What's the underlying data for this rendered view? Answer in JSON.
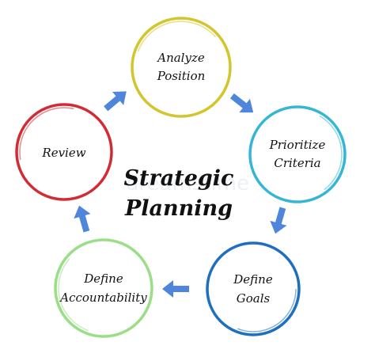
{
  "title": {
    "lines": [
      "Strategic",
      "Planning"
    ]
  },
  "watermark": "dreamstime",
  "colors": {
    "arrow": "#4f86dc",
    "text": "#111111"
  },
  "nodes": [
    {
      "id": "analyze-position",
      "lines": [
        "Analyze",
        "Position"
      ],
      "color": "#d2c62c"
    },
    {
      "id": "prioritize-criteria",
      "lines": [
        "Prioritize",
        "Criteria"
      ],
      "color": "#35b6d6"
    },
    {
      "id": "define-goals",
      "lines": [
        "Define",
        "Goals"
      ],
      "color": "#1e6fbf"
    },
    {
      "id": "define-accountability",
      "lines": [
        "Define",
        "Accountability"
      ],
      "color": "#9adf87"
    },
    {
      "id": "review",
      "lines": [
        "Review"
      ],
      "color": "#d32b34"
    }
  ],
  "flow": [
    {
      "from": "analyze-position",
      "to": "prioritize-criteria"
    },
    {
      "from": "prioritize-criteria",
      "to": "define-goals"
    },
    {
      "from": "define-goals",
      "to": "define-accountability"
    },
    {
      "from": "define-accountability",
      "to": "review"
    },
    {
      "from": "review",
      "to": "analyze-position"
    }
  ]
}
